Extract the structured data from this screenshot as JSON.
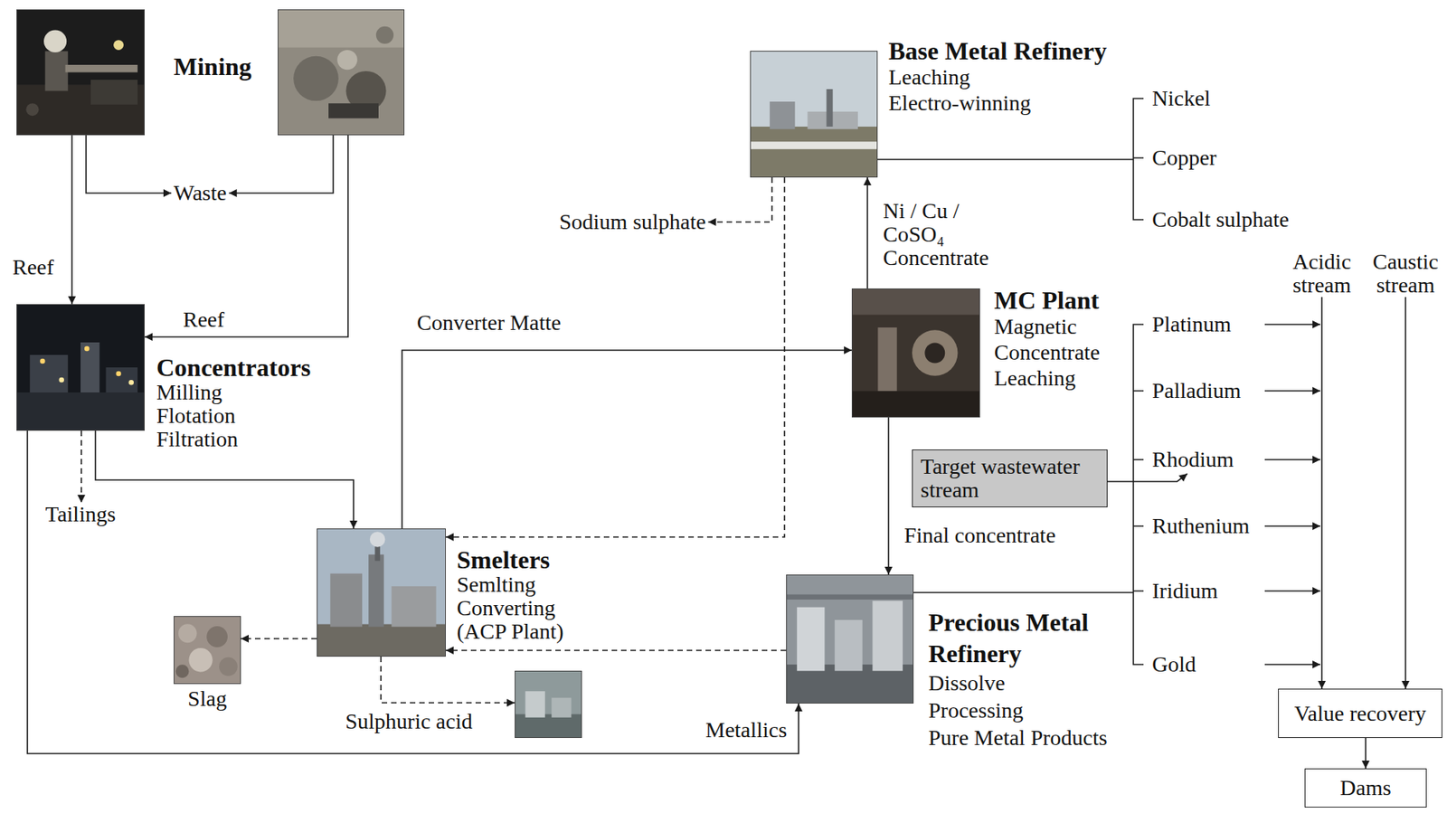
{
  "diagram": {
    "nodes": [
      {
        "text": [
          "Mining"
        ]
      },
      {
        "text": [
          "Waste"
        ]
      },
      {
        "text": [
          "Concentrators",
          "Milling",
          "Flotation",
          "Filtration"
        ]
      },
      {
        "text": [
          "Tailings"
        ]
      },
      {
        "text": [
          "Base Metal Refinery",
          "Leaching",
          "Electro-winning"
        ]
      },
      {
        "text": [
          "Sodium sulphate"
        ]
      },
      {
        "text": [
          "MC Plant",
          "Magnetic Concentrate",
          "Leaching"
        ]
      },
      {
        "text": [
          "Target wastewater stream"
        ]
      },
      {
        "text": [
          "Smelters",
          "Semlting",
          "Converting",
          "(ACP Plant)"
        ]
      },
      {
        "text": [
          "Slag"
        ]
      },
      {
        "text": [
          "Sulphuric acid"
        ]
      },
      {
        "text": [
          "Precious Metal Refinery",
          "Dissolve",
          "Processing",
          "Pure Metal Products"
        ]
      },
      {
        "text": [
          "Acidic stream"
        ]
      },
      {
        "text": [
          "Caustic stream"
        ]
      },
      {
        "text": [
          "Value recovery"
        ]
      },
      {
        "text": [
          "Dams"
        ]
      }
    ],
    "edges": [
      {
        "from": 0,
        "to": 1,
        "arrow": "to"
      },
      {
        "from": 0,
        "to": 2,
        "label": "Reef",
        "arrow": "to"
      },
      {
        "from": 0,
        "to": 2,
        "label": "Reef",
        "arrow": "to"
      },
      {
        "from": 2,
        "to": 3,
        "arrow": "to"
      },
      {
        "from": 2,
        "to": 8,
        "arrow": "to"
      },
      {
        "from": 2,
        "to": 11,
        "label": "Metallics",
        "arrow": "to"
      },
      {
        "from": 8,
        "to": 6,
        "label": "Converter Matte",
        "arrow": "to"
      },
      {
        "from": 6,
        "to": 4,
        "label": "Ni / Cu / CoSO₄ Concentrate",
        "arrow": "to"
      },
      {
        "from": 6,
        "to": 11,
        "label": "Final concentrate",
        "arrow": "to"
      },
      {
        "from": 4,
        "to": 5,
        "arrow": "to"
      },
      {
        "from": 4,
        "to": 8,
        "arrow": "to"
      },
      {
        "from": 11,
        "to": 8,
        "arrow": "to"
      },
      {
        "from": 8,
        "to": 9,
        "arrow": "to"
      },
      {
        "from": 8,
        "to": 10,
        "arrow": "to"
      },
      {
        "from": 12,
        "to": 14,
        "arrow": "to"
      },
      {
        "from": 13,
        "to": 14,
        "arrow": "to"
      },
      {
        "from": 14,
        "to": 15,
        "arrow": "to"
      }
    ],
    "labels": [
      "Nickel",
      "Copper",
      "Cobalt sulphate",
      "Platinum",
      "Palladium",
      "Rhodium",
      "Ruthenium",
      "Iridium",
      "Gold"
    ]
  }
}
